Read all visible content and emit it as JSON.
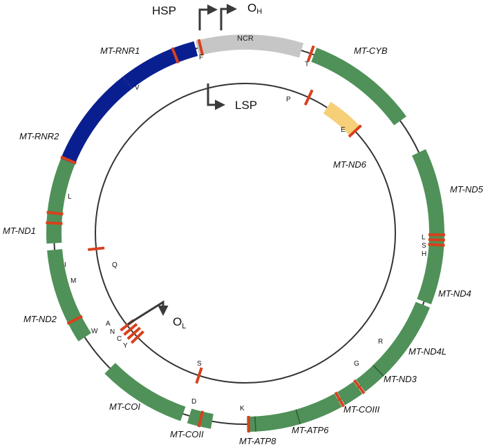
{
  "colors": {
    "rRNA": "#0a1f8f",
    "heavy_gene": "#4f9158",
    "light_gene": "#f6cf78",
    "ncr": "#c6c6c6",
    "trna": "#d8401c",
    "ring": "#333333",
    "arrow": "#3a3a3a"
  },
  "ncr_label": "NCR",
  "promoters": {
    "hsp": "HSP",
    "oh_main": "O",
    "oh_sub": "H",
    "lsp": "LSP",
    "ol_main": "O",
    "ol_sub": "L"
  },
  "outer_genes": [
    {
      "label": "MT-RNR1",
      "type": "rRNA"
    },
    {
      "label": "MT-RNR2",
      "type": "rRNA"
    },
    {
      "label": "MT-ND1",
      "type": "heavy_gene"
    },
    {
      "label": "MT-ND2",
      "type": "heavy_gene"
    },
    {
      "label": "MT-COI",
      "type": "heavy_gene"
    },
    {
      "label": "MT-COII",
      "type": "heavy_gene"
    },
    {
      "label": "MT-ATP8",
      "type": "heavy_gene"
    },
    {
      "label": "MT-ATP6",
      "type": "heavy_gene"
    },
    {
      "label": "MT-COIII",
      "type": "heavy_gene"
    },
    {
      "label": "MT-ND3",
      "type": "heavy_gene"
    },
    {
      "label": "MT-ND4L",
      "type": "heavy_gene"
    },
    {
      "label": "MT-ND4",
      "type": "heavy_gene"
    },
    {
      "label": "MT-ND5",
      "type": "heavy_gene"
    },
    {
      "label": "MT-CYB",
      "type": "heavy_gene"
    }
  ],
  "inner_genes": [
    {
      "label": "MT-ND6",
      "type": "light_gene"
    }
  ],
  "outer_trnas": [
    "F",
    "V",
    "L",
    "I",
    "M",
    "W",
    "D",
    "K",
    "G",
    "R",
    "L",
    "S",
    "H",
    "T"
  ],
  "inner_trnas": [
    "P",
    "E",
    "Q",
    "A",
    "N",
    "C",
    "Y",
    "S"
  ],
  "stacked_trna_label": [
    "L",
    "S",
    "H"
  ],
  "cluster_trna_labels": [
    "A",
    "N",
    "C",
    "Y"
  ]
}
